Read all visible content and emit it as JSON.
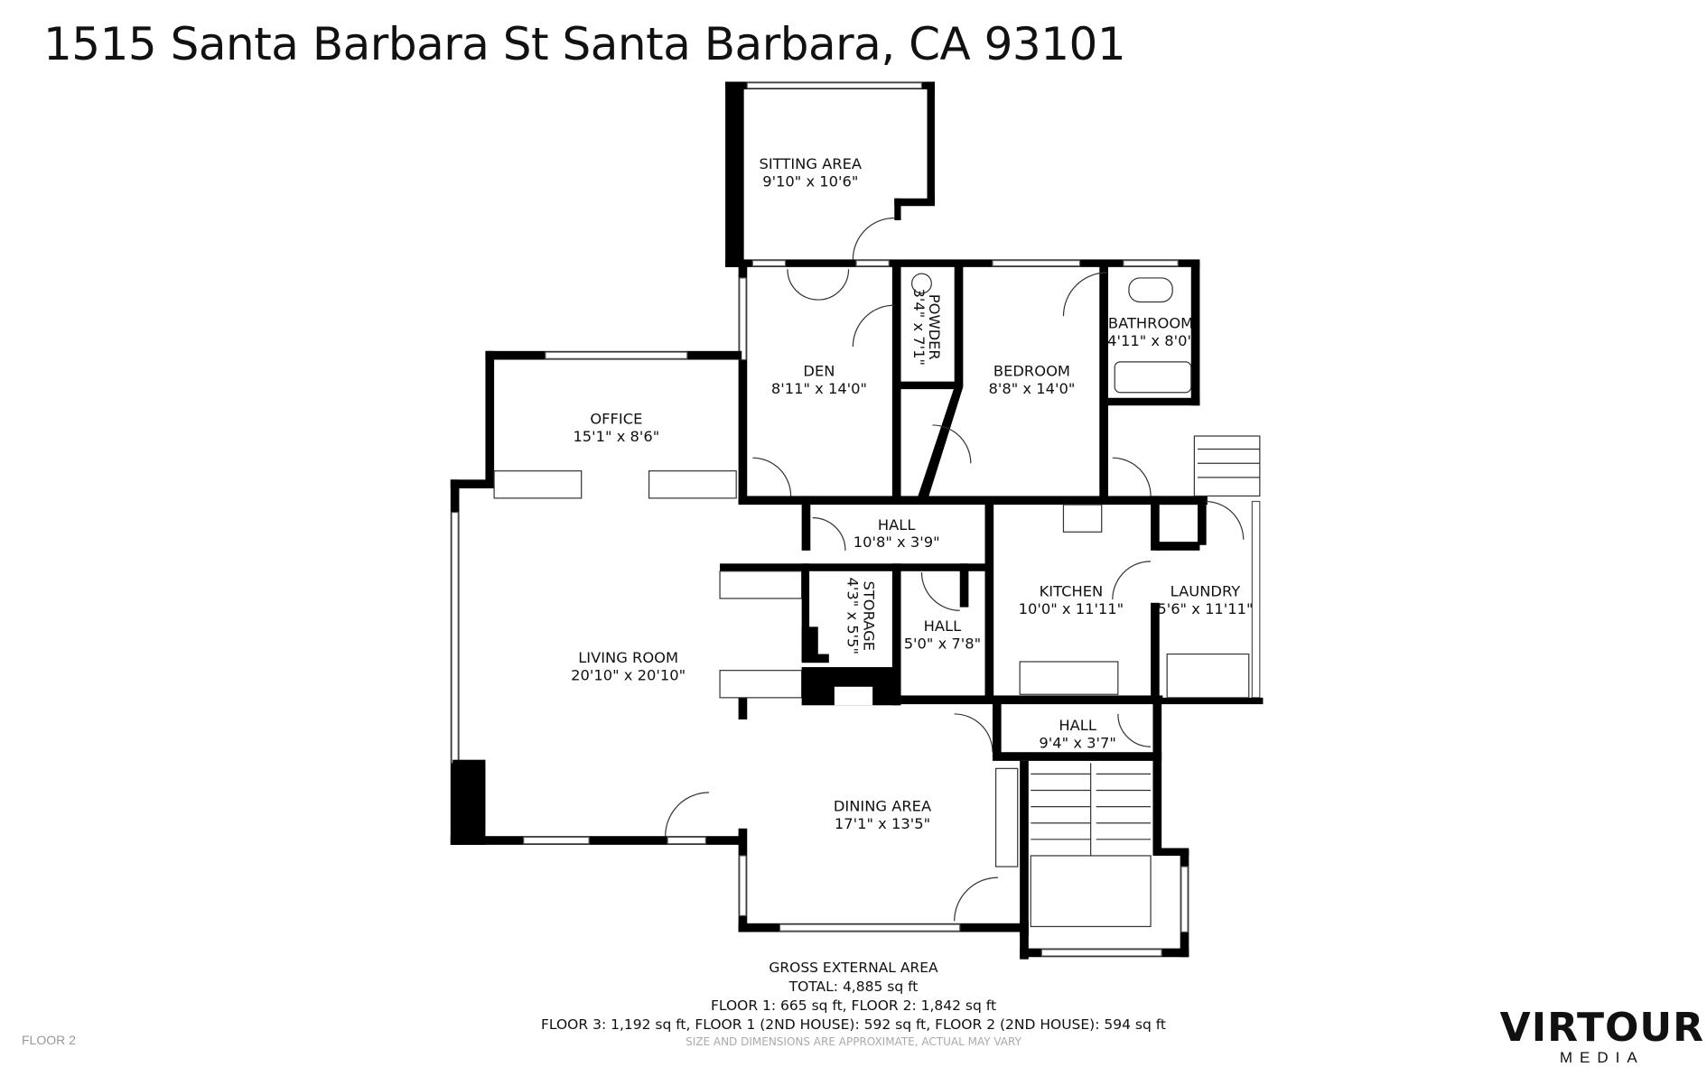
{
  "title": "1515 Santa Barbara St Santa Barbara, CA 93101",
  "rooms": [
    {
      "name": "SITTING AREA",
      "dims": "9'10\" x 10'6\""
    },
    {
      "name": "DEN",
      "dims": "8'11\" x 14'0\""
    },
    {
      "name": "POWDER",
      "dims": "3'4\" x 7'1\""
    },
    {
      "name": "BEDROOM",
      "dims": "8'8\" x 14'0\""
    },
    {
      "name": "BATHROOM",
      "dims": "4'11\" x 8'0\""
    },
    {
      "name": "OFFICE",
      "dims": "15'1\" x 8'6\""
    },
    {
      "name": "HALL",
      "dims": "10'8\" x 3'9\""
    },
    {
      "name": "STORAGE",
      "dims": "4'3\" x 5'5\""
    },
    {
      "name": "HALL",
      "dims": "5'0\" x 7'8\""
    },
    {
      "name": "KITCHEN",
      "dims": "10'0\" x 11'11\""
    },
    {
      "name": "LAUNDRY",
      "dims": "5'6\" x 11'11\""
    },
    {
      "name": "LIVING ROOM",
      "dims": "20'10\" x 20'10\""
    },
    {
      "name": "HALL",
      "dims": "9'4\" x 3'7\""
    },
    {
      "name": "DINING AREA",
      "dims": "17'1\" x 13'5\""
    }
  ],
  "area": {
    "heading": "GROSS EXTERNAL AREA",
    "total": "TOTAL: 4,885 sq ft",
    "line1": "FLOOR 1: 665 sq ft, FLOOR 2: 1,842 sq ft",
    "line2": "FLOOR 3: 1,192 sq ft, FLOOR 1 (2ND HOUSE): 592 sq ft, FLOOR 2 (2ND HOUSE): 594 sq ft",
    "note": "SIZE AND DIMENSIONS ARE APPROXIMATE, ACTUAL MAY VARY"
  },
  "floor_label": "FLOOR 2",
  "logo": {
    "main": "VIRTOUR",
    "sub": "MEDIA"
  }
}
